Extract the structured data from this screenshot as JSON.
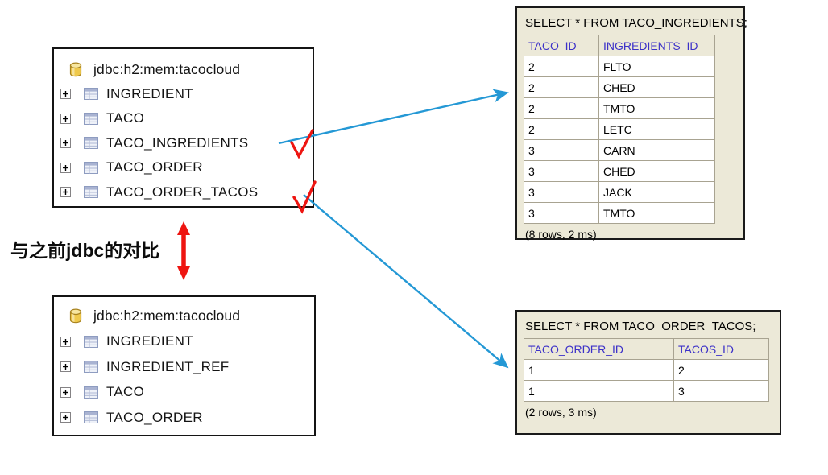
{
  "annotation": {
    "compare_note": "与之前jdbc的对比"
  },
  "icons": {
    "database": "db-cylinder-icon",
    "expand": "plus-box-icon",
    "table": "table-grid-icon",
    "checkmark": "red-check",
    "arrow": "blue-pointer-arrow",
    "compare_arrow": "red-double-arrow"
  },
  "colors": {
    "panel_bg": "#ece9d8",
    "grid_border": "#a8a391",
    "header_text": "#3c31c8",
    "arrow_blue": "#2498d5",
    "annotation_red": "#ee1511",
    "tree_border": "#141414"
  },
  "tree_panels": [
    {
      "connection": "jdbc:h2:mem:tacocloud",
      "tables": [
        "INGREDIENT",
        "TACO",
        "TACO_INGREDIENTS",
        "TACO_ORDER",
        "TACO_ORDER_TACOS"
      ],
      "checked_tables": [
        "TACO_INGREDIENTS",
        "TACO_ORDER_TACOS"
      ]
    },
    {
      "connection": "jdbc:h2:mem:tacocloud",
      "tables": [
        "INGREDIENT",
        "INGREDIENT_REF",
        "TACO",
        "TACO_ORDER"
      ],
      "checked_tables": []
    }
  ],
  "result_panels": [
    {
      "sql": "SELECT * FROM TACO_INGREDIENTS;",
      "columns": [
        "TACO_ID",
        "INGREDIENTS_ID"
      ],
      "rows": [
        [
          "2",
          "FLTO"
        ],
        [
          "2",
          "CHED"
        ],
        [
          "2",
          "TMTO"
        ],
        [
          "2",
          "LETC"
        ],
        [
          "3",
          "CARN"
        ],
        [
          "3",
          "CHED"
        ],
        [
          "3",
          "JACK"
        ],
        [
          "3",
          "TMTO"
        ]
      ],
      "footer": "(8 rows, 2 ms)"
    },
    {
      "sql": "SELECT * FROM TACO_ORDER_TACOS;",
      "columns": [
        "TACO_ORDER_ID",
        "TACOS_ID"
      ],
      "rows": [
        [
          "1",
          "2"
        ],
        [
          "1",
          "3"
        ]
      ],
      "footer": "(2 rows, 3 ms)"
    }
  ]
}
